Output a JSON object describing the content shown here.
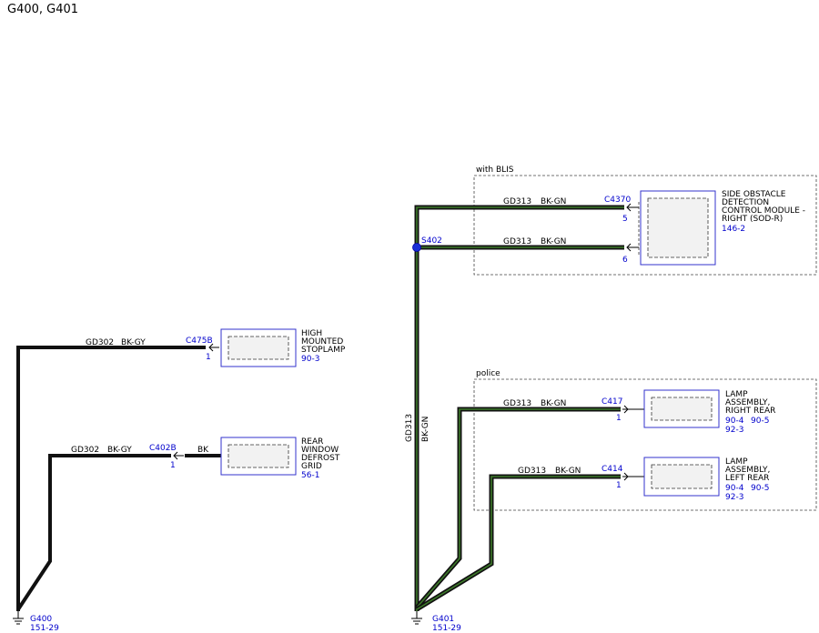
{
  "title": "G400, G401",
  "colors": {
    "wire_dark": "#111111",
    "wire_green": "#3d7a2a",
    "blue": "#0000cc",
    "box_border": "#3333cc"
  },
  "groups": {
    "with_blis": "with BLIS",
    "police": "police"
  },
  "components": {
    "sod_r": {
      "name_lines": [
        "SIDE OBSTACLE",
        "DETECTION",
        "CONTROL MODULE -",
        "RIGHT (SOD-R)"
      ],
      "ref": "146-2"
    },
    "stoplamp": {
      "name_lines": [
        "HIGH",
        "MOUNTED",
        "STOPLAMP"
      ],
      "ref": "90-3"
    },
    "defrost": {
      "name_lines": [
        "REAR",
        "WINDOW",
        "DEFROST",
        "GRID"
      ],
      "ref": "56-1"
    },
    "lamp_rr": {
      "name_lines": [
        "LAMP",
        "ASSEMBLY,",
        "RIGHT REAR"
      ],
      "refs": [
        "90-4",
        "90-5",
        "92-3"
      ]
    },
    "lamp_lr": {
      "name_lines": [
        "LAMP",
        "ASSEMBLY,",
        "LEFT REAR"
      ],
      "refs": [
        "90-4",
        "90-5",
        "92-3"
      ]
    }
  },
  "connectors": {
    "c4370": "C4370",
    "c4370_pin_a": "5",
    "c4370_pin_b": "6",
    "c475b": "C475B",
    "c475b_pin": "1",
    "c402b": "C402B",
    "c402b_pin": "1",
    "c417": "C417",
    "c417_pin": "1",
    "c414": "C414",
    "c414_pin": "1"
  },
  "wires": {
    "gd313_circuit": "GD313",
    "gd313_color": "BK-GN",
    "gd302_circuit": "GD302",
    "gd302_color": "BK-GY",
    "defrost_stub_color": "BK"
  },
  "splice": "S402",
  "grounds": {
    "g400": {
      "name": "G400",
      "ref": "151-29"
    },
    "g401": {
      "name": "G401",
      "ref": "151-29"
    }
  }
}
